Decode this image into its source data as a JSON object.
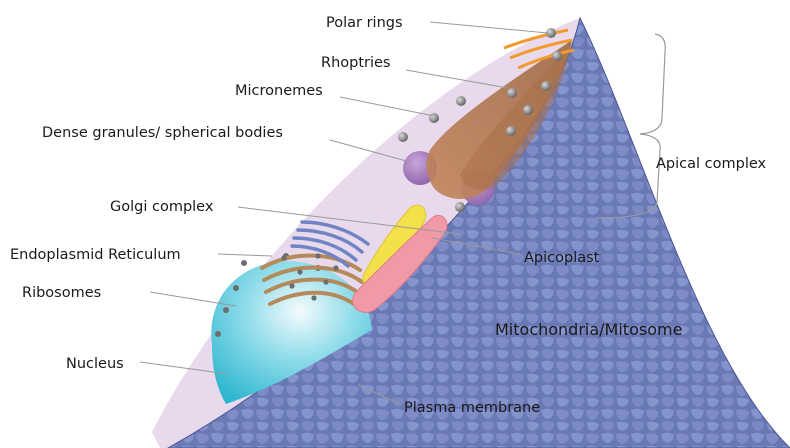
{
  "labels": {
    "polar_rings": "Polar rings",
    "rhoptries": "Rhoptries",
    "micronemes": "Micronemes",
    "dense_granules": "Dense granules/ spherical bodies",
    "apical_complex": "Apical complex",
    "golgi_complex": "Golgi complex",
    "endoplasmic_reticulum": "Endoplasmid Reticulum",
    "apicoplast": "Apicoplast",
    "ribosomes": "Ribosomes",
    "mitochondria": "Mitochondria/Mitosome",
    "nucleus": "Nucleus",
    "plasma_membrane": "Plasma membrane"
  },
  "colors": {
    "cytoplasm": "#e8d9ec",
    "membrane": "#6b78b4",
    "rhoptry": "#b8774a",
    "dense_granule": "#a27bbd",
    "apicoplast": "#f3e04a",
    "mitochondria": "#ef9aa6",
    "golgi": "#6f84c4",
    "er": "#b58a5a",
    "nucleus": "#52c8dc",
    "polar_ring": "#f29a2e",
    "micronemes": "#7d7d7d"
  }
}
